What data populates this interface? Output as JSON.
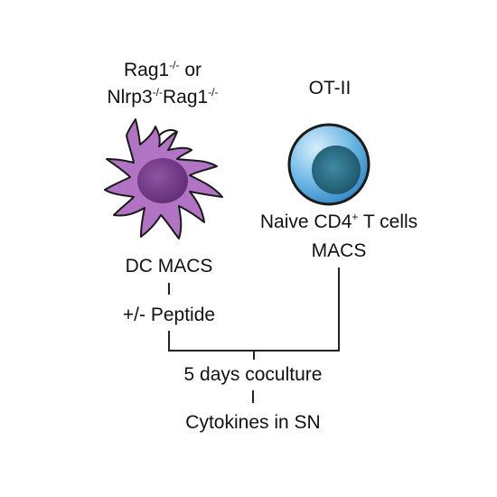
{
  "dc": {
    "strain_line1_base": "Rag1",
    "strain_line1_sup": "-/-",
    "strain_line1_tail": " or",
    "strain_line2_base": "Nlrp3",
    "strain_line2_sup": "-/-",
    "strain_line2_tail": "Rag1",
    "strain_line2_sup2": "-/-",
    "isolation": "DC MACS",
    "treatment": "+/- Peptide",
    "body_color": "#b173c4",
    "nucleus_color": "#7a3f8e"
  },
  "tcell": {
    "strain": "OT-II",
    "label_base": "Naive CD4",
    "label_sup": "+",
    "label_tail": " T cells",
    "isolation": "MACS",
    "outer_color": "#5aa8dc",
    "nucleus_color": "#2b6f8a"
  },
  "step_coculture": "5 days coculture",
  "step_readout": "Cytokines in SN",
  "colors": {
    "line": "#222222"
  }
}
